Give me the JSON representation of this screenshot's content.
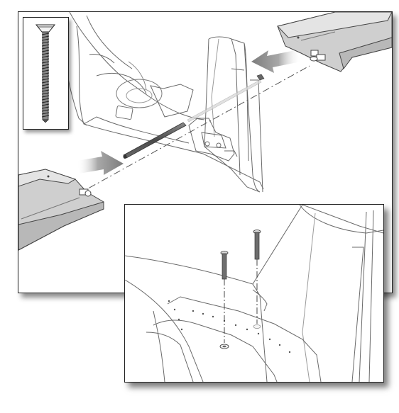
{
  "figure": {
    "panels": [
      "main-assembly-view",
      "screw-inset",
      "screw-detail-view"
    ],
    "colors": {
      "outline": "#555555",
      "line_light": "#9a9a9a",
      "stab_fill": "#cfcfcf",
      "stab_top": "#e4e4e4",
      "rod": "#5a5a5a",
      "arrow_fill": "#8c8c8c",
      "screw": "#6e6e6e"
    },
    "icons": [
      "insertion-arrow-left",
      "insertion-arrow-right",
      "stabilizer-tube",
      "mounting-screw"
    ]
  }
}
